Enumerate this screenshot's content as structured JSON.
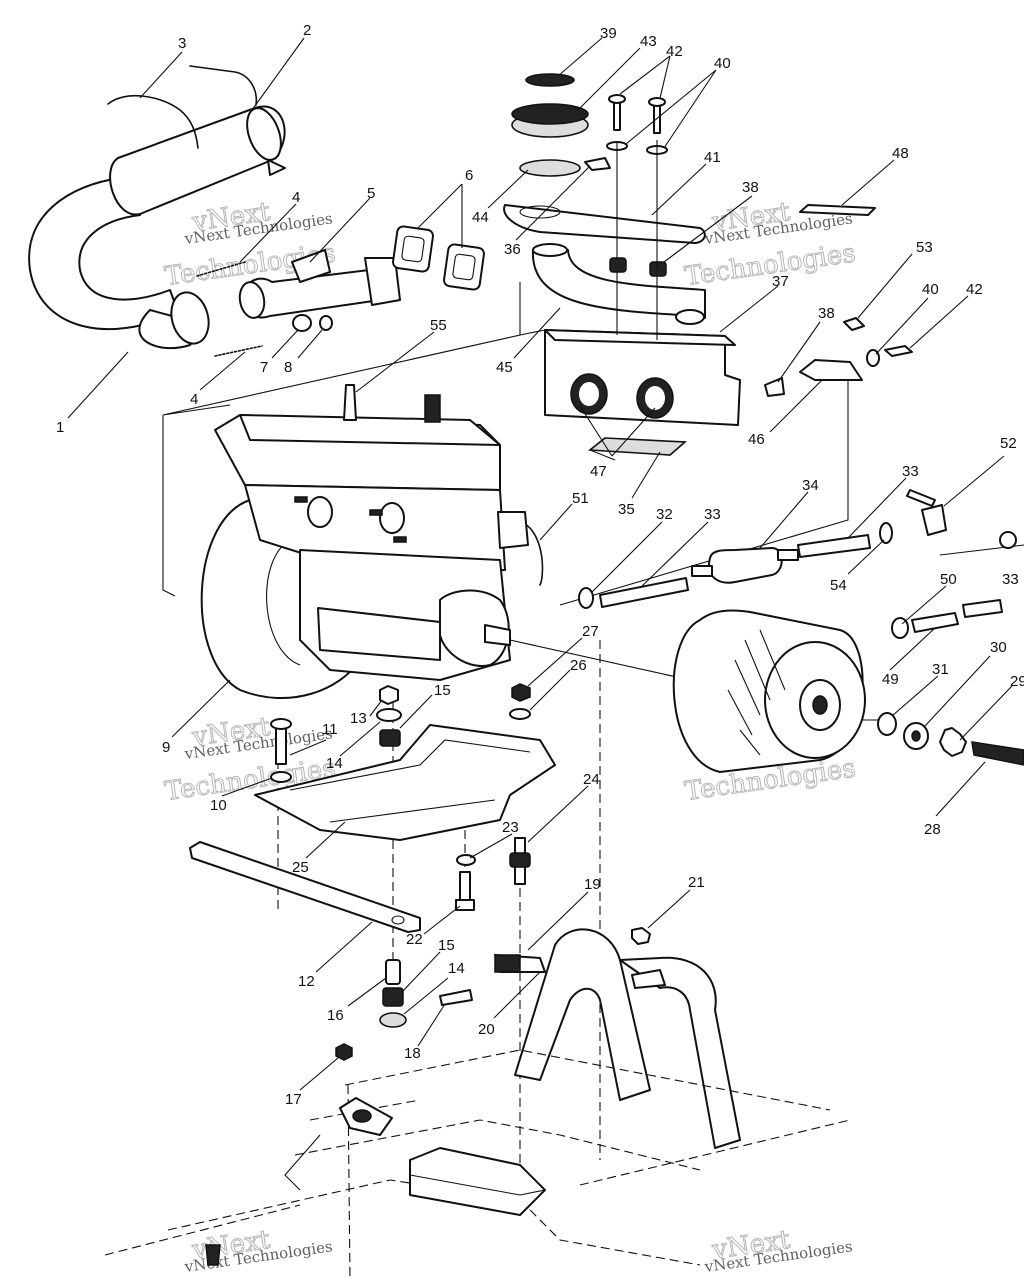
{
  "watermark": {
    "line1": "vNext Technologies",
    "line2": "vNext",
    "line3": "Technologies"
  },
  "callouts": [
    {
      "id": "c1",
      "text": "1"
    },
    {
      "id": "c2",
      "text": "2"
    },
    {
      "id": "c3",
      "text": "3"
    },
    {
      "id": "c4a",
      "text": "4"
    },
    {
      "id": "c4b",
      "text": "4"
    },
    {
      "id": "c5",
      "text": "5"
    },
    {
      "id": "c6",
      "text": "6"
    },
    {
      "id": "c7",
      "text": "7"
    },
    {
      "id": "c8",
      "text": "8"
    },
    {
      "id": "c9",
      "text": "9"
    },
    {
      "id": "c10",
      "text": "10"
    },
    {
      "id": "c11",
      "text": "11"
    },
    {
      "id": "c12",
      "text": "12"
    },
    {
      "id": "c13",
      "text": "13"
    },
    {
      "id": "c14a",
      "text": "14"
    },
    {
      "id": "c14b",
      "text": "14"
    },
    {
      "id": "c15a",
      "text": "15"
    },
    {
      "id": "c15b",
      "text": "15"
    },
    {
      "id": "c16",
      "text": "16"
    },
    {
      "id": "c17",
      "text": "17"
    },
    {
      "id": "c18",
      "text": "18"
    },
    {
      "id": "c19",
      "text": "19"
    },
    {
      "id": "c20",
      "text": "20"
    },
    {
      "id": "c21",
      "text": "21"
    },
    {
      "id": "c22",
      "text": "22"
    },
    {
      "id": "c23",
      "text": "23"
    },
    {
      "id": "c24",
      "text": "24"
    },
    {
      "id": "c25",
      "text": "25"
    },
    {
      "id": "c26",
      "text": "26"
    },
    {
      "id": "c27",
      "text": "27"
    },
    {
      "id": "c28",
      "text": "28"
    },
    {
      "id": "c29",
      "text": "29"
    },
    {
      "id": "c30",
      "text": "30"
    },
    {
      "id": "c31",
      "text": "31"
    },
    {
      "id": "c32",
      "text": "32"
    },
    {
      "id": "c33a",
      "text": "33"
    },
    {
      "id": "c33b",
      "text": "33"
    },
    {
      "id": "c33c",
      "text": "33"
    },
    {
      "id": "c34",
      "text": "34"
    },
    {
      "id": "c35",
      "text": "35"
    },
    {
      "id": "c36",
      "text": "36"
    },
    {
      "id": "c37",
      "text": "37"
    },
    {
      "id": "c38a",
      "text": "38"
    },
    {
      "id": "c38b",
      "text": "38"
    },
    {
      "id": "c39",
      "text": "39"
    },
    {
      "id": "c40a",
      "text": "40"
    },
    {
      "id": "c40b",
      "text": "40"
    },
    {
      "id": "c41",
      "text": "41"
    },
    {
      "id": "c42a",
      "text": "42"
    },
    {
      "id": "c42b",
      "text": "42"
    },
    {
      "id": "c43",
      "text": "43"
    },
    {
      "id": "c44",
      "text": "44"
    },
    {
      "id": "c45",
      "text": "45"
    },
    {
      "id": "c46",
      "text": "46"
    },
    {
      "id": "c47",
      "text": "47"
    },
    {
      "id": "c48",
      "text": "48"
    },
    {
      "id": "c49",
      "text": "49"
    },
    {
      "id": "c50",
      "text": "50"
    },
    {
      "id": "c51",
      "text": "51"
    },
    {
      "id": "c52",
      "text": "52"
    },
    {
      "id": "c53",
      "text": "53"
    },
    {
      "id": "c54",
      "text": "54"
    },
    {
      "id": "c55",
      "text": "55"
    }
  ]
}
